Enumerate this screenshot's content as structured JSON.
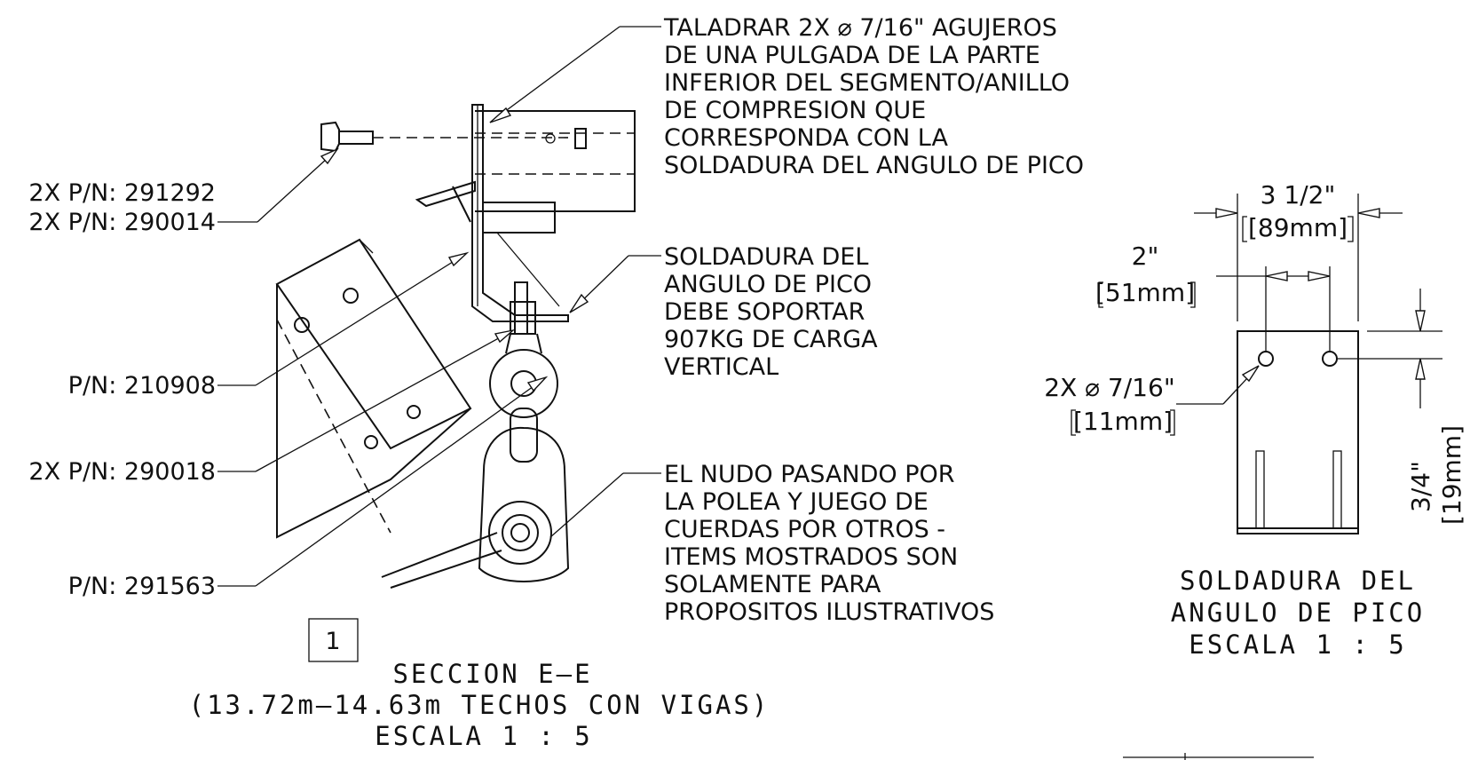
{
  "notes": {
    "drill": [
      "TALADRAR 2X ⌀ 7/16\"  AGUJEROS",
      "DE UNA PULGADA DE LA PARTE",
      "INFERIOR  DEL SEGMENTO/ANILLO",
      "DE COMPRESION QUE",
      "CORRESPONDA CON LA",
      "SOLDADURA DEL ANGULO DE PICO"
    ],
    "weld": [
      "SOLDADURA DEL",
      "ANGULO DE PICO",
      "DEBE SOPORTAR",
      "907KG DE CARGA",
      "VERTICAL"
    ],
    "knot": [
      "EL NUDO PASANDO POR",
      "LA POLEA Y JUEGO DE",
      "CUERDAS POR OTROS -",
      "ITEMS MOSTRADOS SON",
      "SOLAMENTE PARA",
      "PROPOSITOS ILUSTRATIVOS"
    ]
  },
  "part_refs": [
    "2X P/N: 291292",
    "2X P/N: 290014",
    "P/N: 210908",
    "2X P/N: 290018",
    "P/N: 291563"
  ],
  "section_view": {
    "balloon": "1",
    "title": "SECCION E–E",
    "subtitle": "(13.72m–14.63m TECHOS CON VIGAS)",
    "scale": "ESCALA 1 : 5"
  },
  "detail_view": {
    "dim_width": "3 1/2\"",
    "dim_width_mm": "[89mm]",
    "dim_spacing": "2\"",
    "dim_spacing_mm": "[51mm]",
    "dim_hole": "2X  ⌀ 7/16\"",
    "dim_hole_mm": "[11mm]",
    "dim_edge": "3/4\"",
    "dim_edge_mm": "[19mm]",
    "title_line1": "SOLDADURA DEL",
    "title_line2": "ANGULO DE PICO",
    "scale": "ESCALA 1 : 5"
  }
}
